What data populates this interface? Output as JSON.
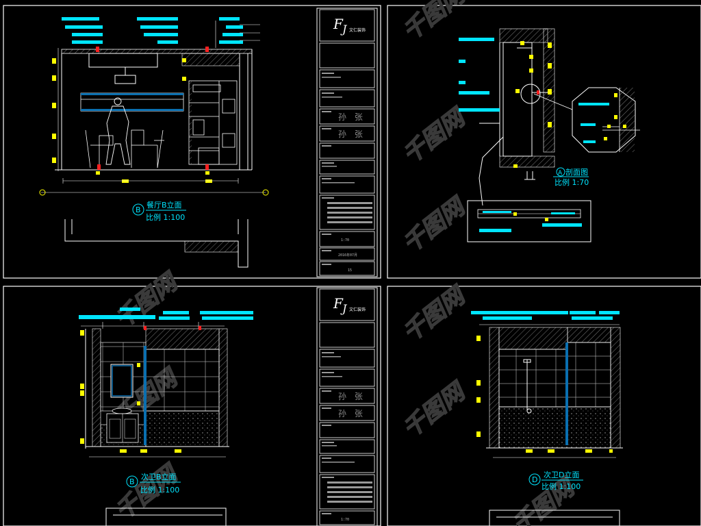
{
  "sheets": {
    "dining_elevation": {
      "marker": "B",
      "title": "餐厅B立面",
      "scale": "比例 1:100"
    },
    "section_detail": {
      "marker": "A",
      "title": "剖面图",
      "scale": "比例 1:70"
    },
    "bath2_b_elevation": {
      "marker": "B",
      "title": "次卫B立面",
      "scale": "比例 1:100"
    },
    "bath2_d_elevation": {
      "marker": "D",
      "title": "次卫D立面",
      "scale": "比例 1:100"
    }
  },
  "title_blocks": [
    {
      "logo_text": "文仁装饰",
      "designer": "孙 张",
      "drawer": "孙 张",
      "scale_value": "1:70",
      "date": "2016年07月",
      "page_no": "15"
    },
    {
      "logo_text": "文仁装饰",
      "designer": "孙 张",
      "drawer": "孙 张",
      "scale_value": "1:70"
    }
  ],
  "watermark": {
    "text": "千图网"
  },
  "colors": {
    "background": "#000000",
    "frame": "#ffffff",
    "annotation": "#00e5ff",
    "dimension": "#ffff00",
    "marker": "#ff2020",
    "hatch": "#666666",
    "glass": "#0099ff"
  }
}
